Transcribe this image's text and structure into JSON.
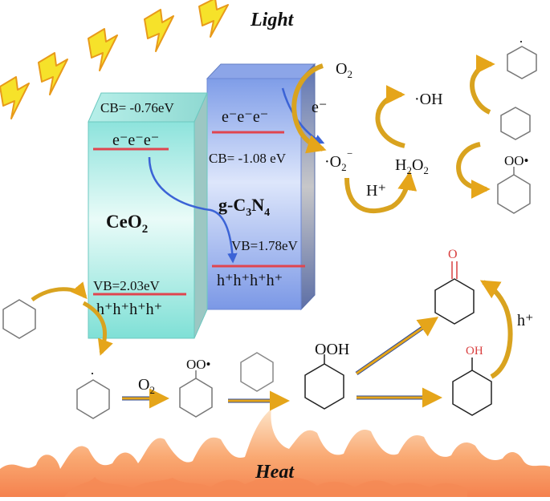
{
  "header": {
    "title": "Light"
  },
  "footer": {
    "title": "Heat"
  },
  "ceo2": {
    "name": "CeO",
    "name_sub": "2",
    "cb_label": "CB= -0.76eV",
    "vb_label": "VB=2.03eV",
    "electrons": "e⁻e⁻e⁻",
    "holes": "h⁺h⁺h⁺h⁺"
  },
  "gcn": {
    "name_prefix": "g-C",
    "sub1": "3",
    "name_mid": "N",
    "sub2": "4",
    "cb_label": "CB= -1.08 eV",
    "vb_label": "VB=1.78eV",
    "electrons": "e⁻e⁻e⁻",
    "holes": "h⁺h⁺h⁺h⁺"
  },
  "species": {
    "o2": "O",
    "o2_sub": "2",
    "electron": "e⁻",
    "superoxide": "·O",
    "superoxide_sub": "2",
    "superoxide_sup": "⁻",
    "hplus": "H⁺",
    "h2o2_a": "H",
    "h2o2_sub1": "2",
    "h2o2_b": "O",
    "h2o2_sub2": "2",
    "hydroxyl": "·OH"
  },
  "molecules": {
    "peroxy": "OO•",
    "hydroperoxide": "OOH",
    "hydroxyl_group": "OH",
    "ketone_o": "O",
    "radical_dot": "·"
  },
  "pathway": {
    "o2_label": "O",
    "o2_sub": "2",
    "hplus_label": "h⁺"
  },
  "colors": {
    "ceo2_front": "#a8ece4",
    "gcn_front": "#8fa9ec",
    "band_line": "#e0454f",
    "arrow_gold": "#e5a51a",
    "arrow_blue": "#3b63d6",
    "bolt": "#f6e22a",
    "ketone_red": "#d94040"
  }
}
